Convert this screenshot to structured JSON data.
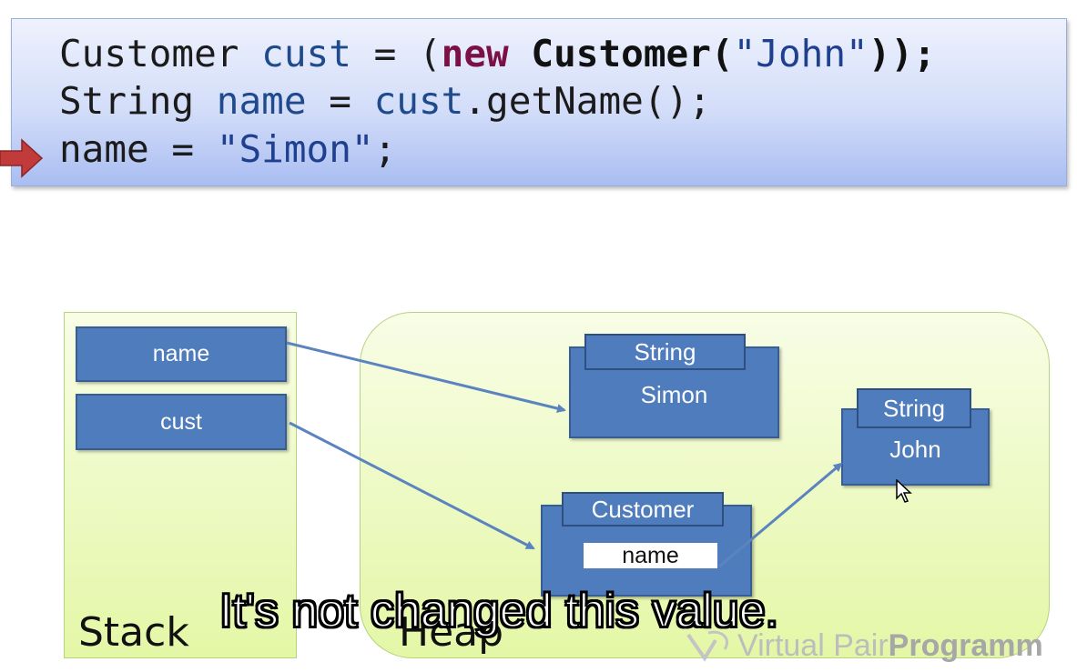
{
  "code": {
    "line1": {
      "type": "Customer",
      "var": "cust",
      "assign": " = (",
      "keyword": "new",
      "class_name": "Customer",
      "open_paren": "(",
      "string": "\"John\"",
      "end": "));"
    },
    "line2": {
      "type": "String",
      "var": "name",
      "assign": " = ",
      "target": "cust",
      "call": ".getName();"
    },
    "line3": {
      "var": "name",
      "assign": " = ",
      "string": "\"Simon\"",
      "end": ";"
    }
  },
  "stack": {
    "label": "Stack",
    "vars": [
      "name",
      "cust"
    ]
  },
  "heap": {
    "label": "Heap",
    "string_simon": {
      "type": "String",
      "value": "Simon"
    },
    "string_john": {
      "type": "String",
      "value": "John"
    },
    "customer": {
      "type": "Customer",
      "field": "name"
    }
  },
  "caption": "It's not changed this value.",
  "watermark": {
    "light": "Virtual Pair ",
    "strong": "Programm"
  },
  "colors": {
    "box_fill": "#4f7cbc",
    "box_border": "#385d93",
    "region_fill": "#e4f7a6",
    "keyword": "#7b1045",
    "variable": "#1f4a8c",
    "arrow_marker": "#c23b3b"
  }
}
